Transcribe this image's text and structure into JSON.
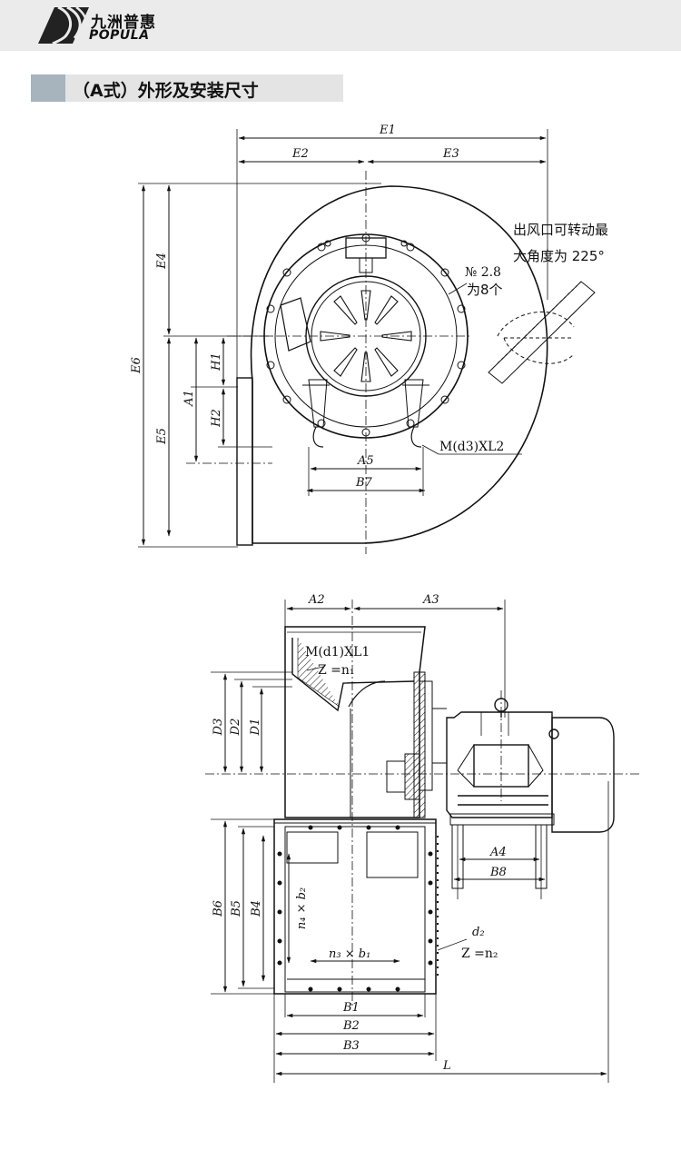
{
  "header": {
    "brand_cn": "九洲普惠",
    "brand_en": "POPULA"
  },
  "section": {
    "title": "（A式）外形及安装尺寸"
  },
  "front_view": {
    "dims": {
      "E1": "E1",
      "E2": "E2",
      "E3": "E3",
      "E4": "E4",
      "E5": "E5",
      "E6": "E6",
      "A1": "A1",
      "H1": "H1",
      "H2": "H2",
      "A5": "A5",
      "B7": "B7"
    },
    "bolt_note": "M(d3)XL2",
    "hole_note_line1": "№ 2.8",
    "hole_note_line2": "为8个",
    "outlet_note_line1": "出风口可转动最",
    "outlet_note_line2": "大角度为 225°"
  },
  "side_view": {
    "dims": {
      "A2": "A2",
      "A3": "A3",
      "D3": "D3",
      "D2": "D2",
      "D1": "D1",
      "B6": "B6",
      "B5": "B5",
      "B4": "B4",
      "A4": "A4",
      "B8": "B8",
      "B1": "B1",
      "B2": "B2",
      "B3": "B3",
      "L": "L"
    },
    "flange_bolt": "M(d1)XL1",
    "flange_count": "Z =n₁",
    "hole_row_vertical": "n₄ × b₂",
    "hole_row_horizontal": "n₃ × b₁",
    "outlet_hole_dia": "d₂",
    "outlet_count": "Z =n₂"
  }
}
